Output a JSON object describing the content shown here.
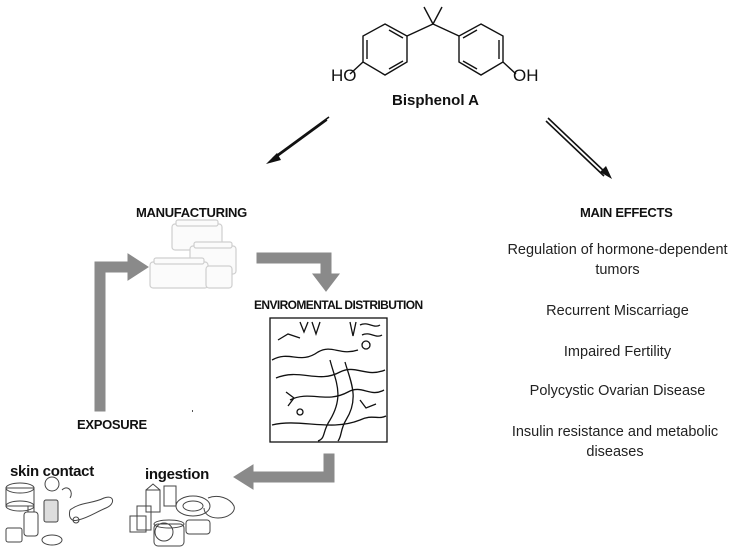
{
  "molecule": {
    "name": "Bisphenol A",
    "left_group": "HO",
    "right_group": "OH"
  },
  "branches": {
    "left": "MANUFACTURING",
    "right": "MAIN EFFECTS"
  },
  "cycle": {
    "distribution": "ENVIROMENTAL DISTRIBUTION",
    "exposure": "EXPOSURE",
    "routes": [
      "skin contact",
      "ingestion"
    ]
  },
  "effects": [
    "Regulation of hormone-dependent tumors",
    "Recurrent Miscarriage",
    "Impaired Fertility",
    "Polycystic Ovarian Disease",
    "Insulin resistance  and metabolic diseases"
  ],
  "colors": {
    "arrow_gray": "#8a8a8a",
    "line": "#111111"
  }
}
